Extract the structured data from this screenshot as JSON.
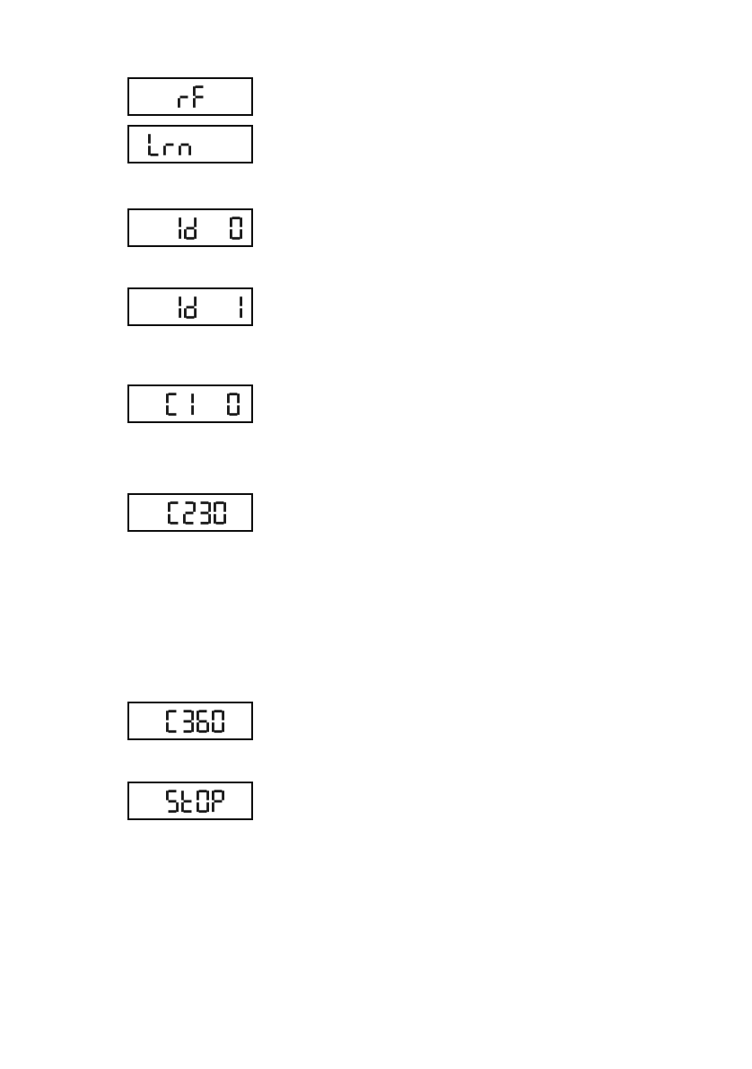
{
  "page": {
    "background_color": "#ffffff",
    "display_border_color": "#0d0d0d",
    "segment_color": "#1a1a1a",
    "display_background_color": "#ffffff"
  },
  "displays": [
    {
      "name": "rf",
      "text": "rF",
      "cells": "rF",
      "indent": 54
    },
    {
      "name": "lrn",
      "text": "Lrn",
      "cells": "Lrn",
      "indent": 21
    },
    {
      "name": "id-0",
      "text": "Id 0",
      "cells": "Id  0",
      "indent": 44
    },
    {
      "name": "id-1",
      "text": "Id 1",
      "cells": "Id  1",
      "indent": 44
    },
    {
      "name": "c1-0",
      "text": "C1 0",
      "cells": "C1  0",
      "indent": 41
    },
    {
      "name": "c230",
      "text": "C230",
      "cells": "C230",
      "indent": 43
    },
    {
      "name": "c360",
      "text": "C360",
      "cells": "C360",
      "indent": 41
    },
    {
      "name": "stop",
      "text": "StOP",
      "cells": "StOP",
      "indent": 41
    }
  ]
}
